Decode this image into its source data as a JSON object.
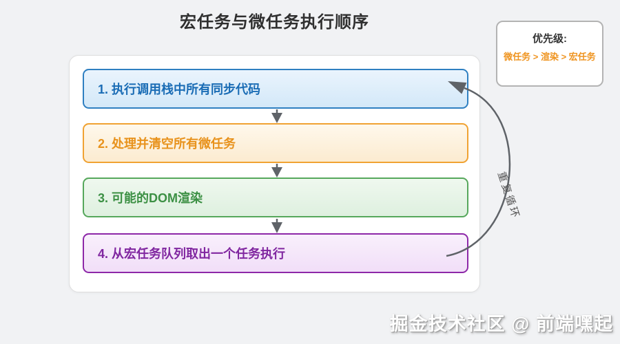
{
  "page": {
    "background": "#f1f2f4",
    "title": "宏任务与微任务执行顺序"
  },
  "priority_panel": {
    "title": "优先级:",
    "text": "微任务 > 渲染 > 宏任务",
    "text_color": "#ef9420"
  },
  "flow": {
    "steps": [
      {
        "label": "1. 执行调用栈中所有同步代码",
        "border_color": "#2e7fc1",
        "bg_top": "#eaf4fd",
        "bg_bottom": "#d3e8f8",
        "text_color": "#1a6cb5"
      },
      {
        "label": "2. 处理并清空所有微任务",
        "border_color": "#f0a232",
        "bg_top": "#fef8ec",
        "bg_bottom": "#fcebd0",
        "text_color": "#e8921c"
      },
      {
        "label": "3. 可能的DOM渲染",
        "border_color": "#55a75b",
        "bg_top": "#eff8ef",
        "bg_bottom": "#def0df",
        "text_color": "#3c9044"
      },
      {
        "label": "4. 从宏任务队列取出一个任务执行",
        "border_color": "#8d27a8",
        "bg_top": "#f9f0fc",
        "bg_bottom": "#f1def8",
        "text_color": "#8026a0"
      }
    ],
    "loop_label": "重复循环",
    "arrow_color": "#5f6368"
  },
  "watermark": "掘金技术社区 @ 前端嘿起"
}
